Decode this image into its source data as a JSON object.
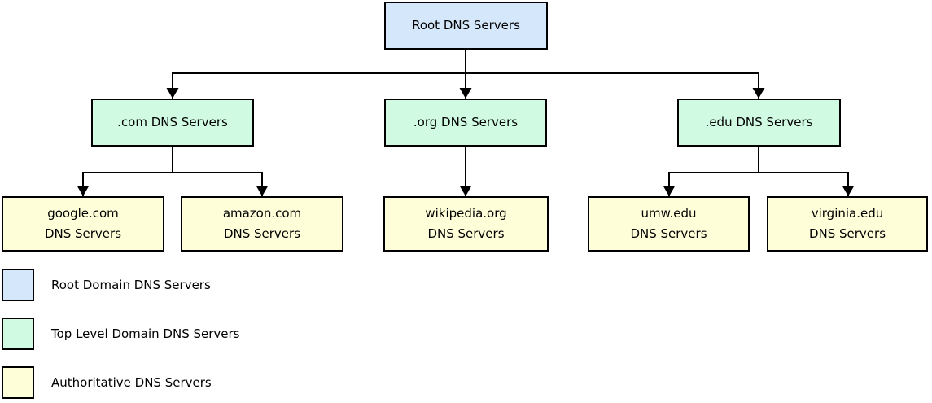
{
  "diagram": {
    "nodes": {
      "root": {
        "label": "Root DNS Servers"
      },
      "tld": [
        {
          "label": ".com DNS Servers"
        },
        {
          "label": ".org DNS Servers"
        },
        {
          "label": ".edu DNS Servers"
        }
      ],
      "authoritative": [
        {
          "label": "google.com\nDNS Servers"
        },
        {
          "label": "amazon.com\nDNS Servers"
        },
        {
          "label": "wikipedia.org\nDNS Servers"
        },
        {
          "label": "umw.edu\nDNS Servers"
        },
        {
          "label": "virginia.edu\nDNS Servers"
        }
      ]
    },
    "colors": {
      "root_fill": "#D5E8FB",
      "tld_fill": "#D0FAE2",
      "authoritative_fill": "#FEFFD8",
      "border": "#000000",
      "connector": "#000000",
      "background": "#FFFFFF"
    }
  },
  "legend": {
    "items": [
      {
        "label": "Root Domain DNS Servers",
        "swatch_color": "#D5E8FB"
      },
      {
        "label": "Top Level Domain DNS Servers",
        "swatch_color": "#D0FAE2"
      },
      {
        "label": "Authoritative DNS Servers",
        "swatch_color": "#FEFFD8"
      }
    ]
  }
}
